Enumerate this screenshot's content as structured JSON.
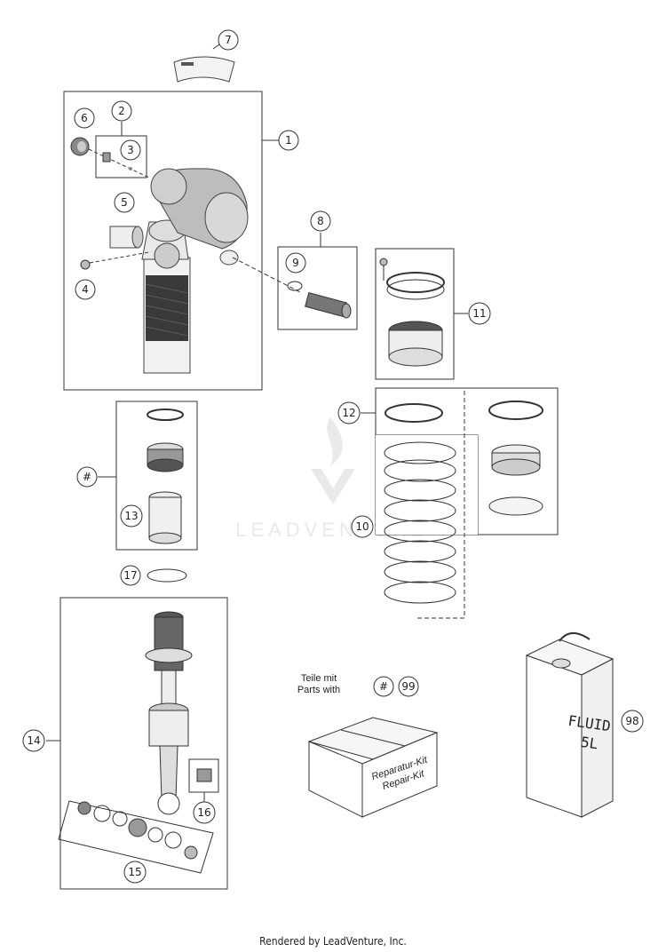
{
  "callouts": {
    "c1": "1",
    "c2": "2",
    "c3": "3",
    "c4": "4",
    "c5": "5",
    "c6": "6",
    "c7": "7",
    "c8": "8",
    "c9": "9",
    "c10": "10",
    "c11": "11",
    "c12": "12",
    "c13": "13",
    "c14": "14",
    "c15": "15",
    "c16": "16",
    "c17": "17",
    "hash_kit": "#",
    "hash_99": "#",
    "c98": "98",
    "c99": "99"
  },
  "kit_note": {
    "line1": "Teile mit",
    "line2": "Parts with"
  },
  "repair_box": {
    "line1": "Reparatur-Kit",
    "line2": "Repair-Kit"
  },
  "fluid_can": {
    "line1": "FLUID",
    "line2": "5L"
  },
  "watermark": "LEADVENTURE",
  "footer": "Rendered by LeadVenture, Inc."
}
